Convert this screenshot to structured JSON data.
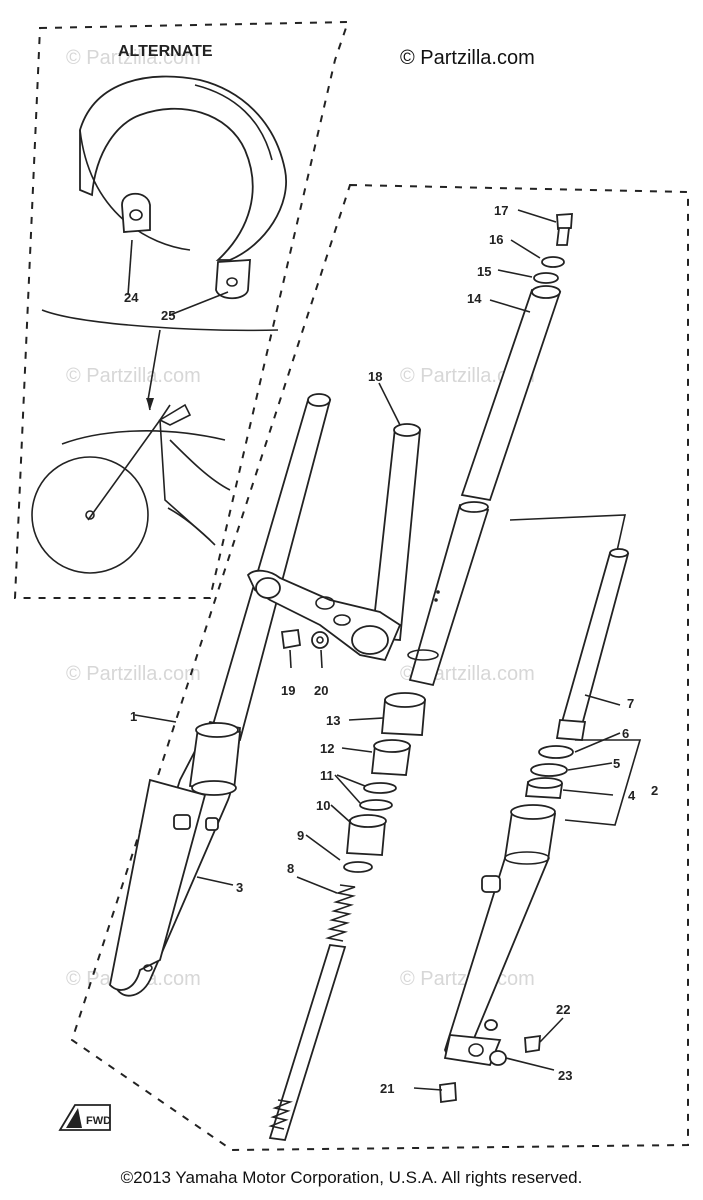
{
  "header": {
    "brand": "© Partzilla.com"
  },
  "alternate_box": {
    "label": "ALTERNATE"
  },
  "watermark": "© Partzilla.com",
  "footer": {
    "copyright": "©2013 Yamaha Motor Corporation, U.S.A. All rights reserved."
  },
  "callouts": [
    "1",
    "2",
    "3",
    "4",
    "5",
    "6",
    "7",
    "8",
    "9",
    "10",
    "11",
    "12",
    "13",
    "14",
    "15",
    "16",
    "17",
    "18",
    "19",
    "20",
    "21",
    "22",
    "23",
    "24",
    "25"
  ],
  "direction_marker": "FWD"
}
